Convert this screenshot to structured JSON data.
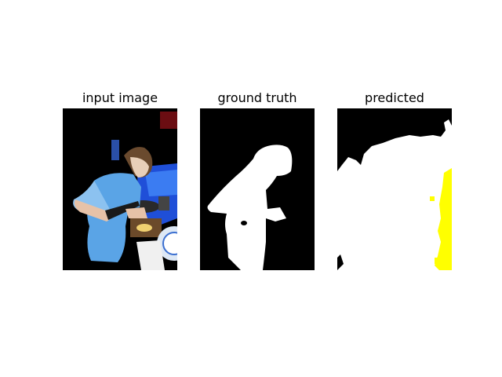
{
  "figure": {
    "panels": [
      {
        "title": "input image"
      },
      {
        "title": "ground truth"
      },
      {
        "title": "predicted"
      }
    ],
    "colors": {
      "background": "#000000",
      "mask_foreground": "#ffffff",
      "prediction_highlight": "#ffff00",
      "shirt_blue": "#5aa4e6",
      "kitchen_blue": "#1f4fd8"
    }
  }
}
